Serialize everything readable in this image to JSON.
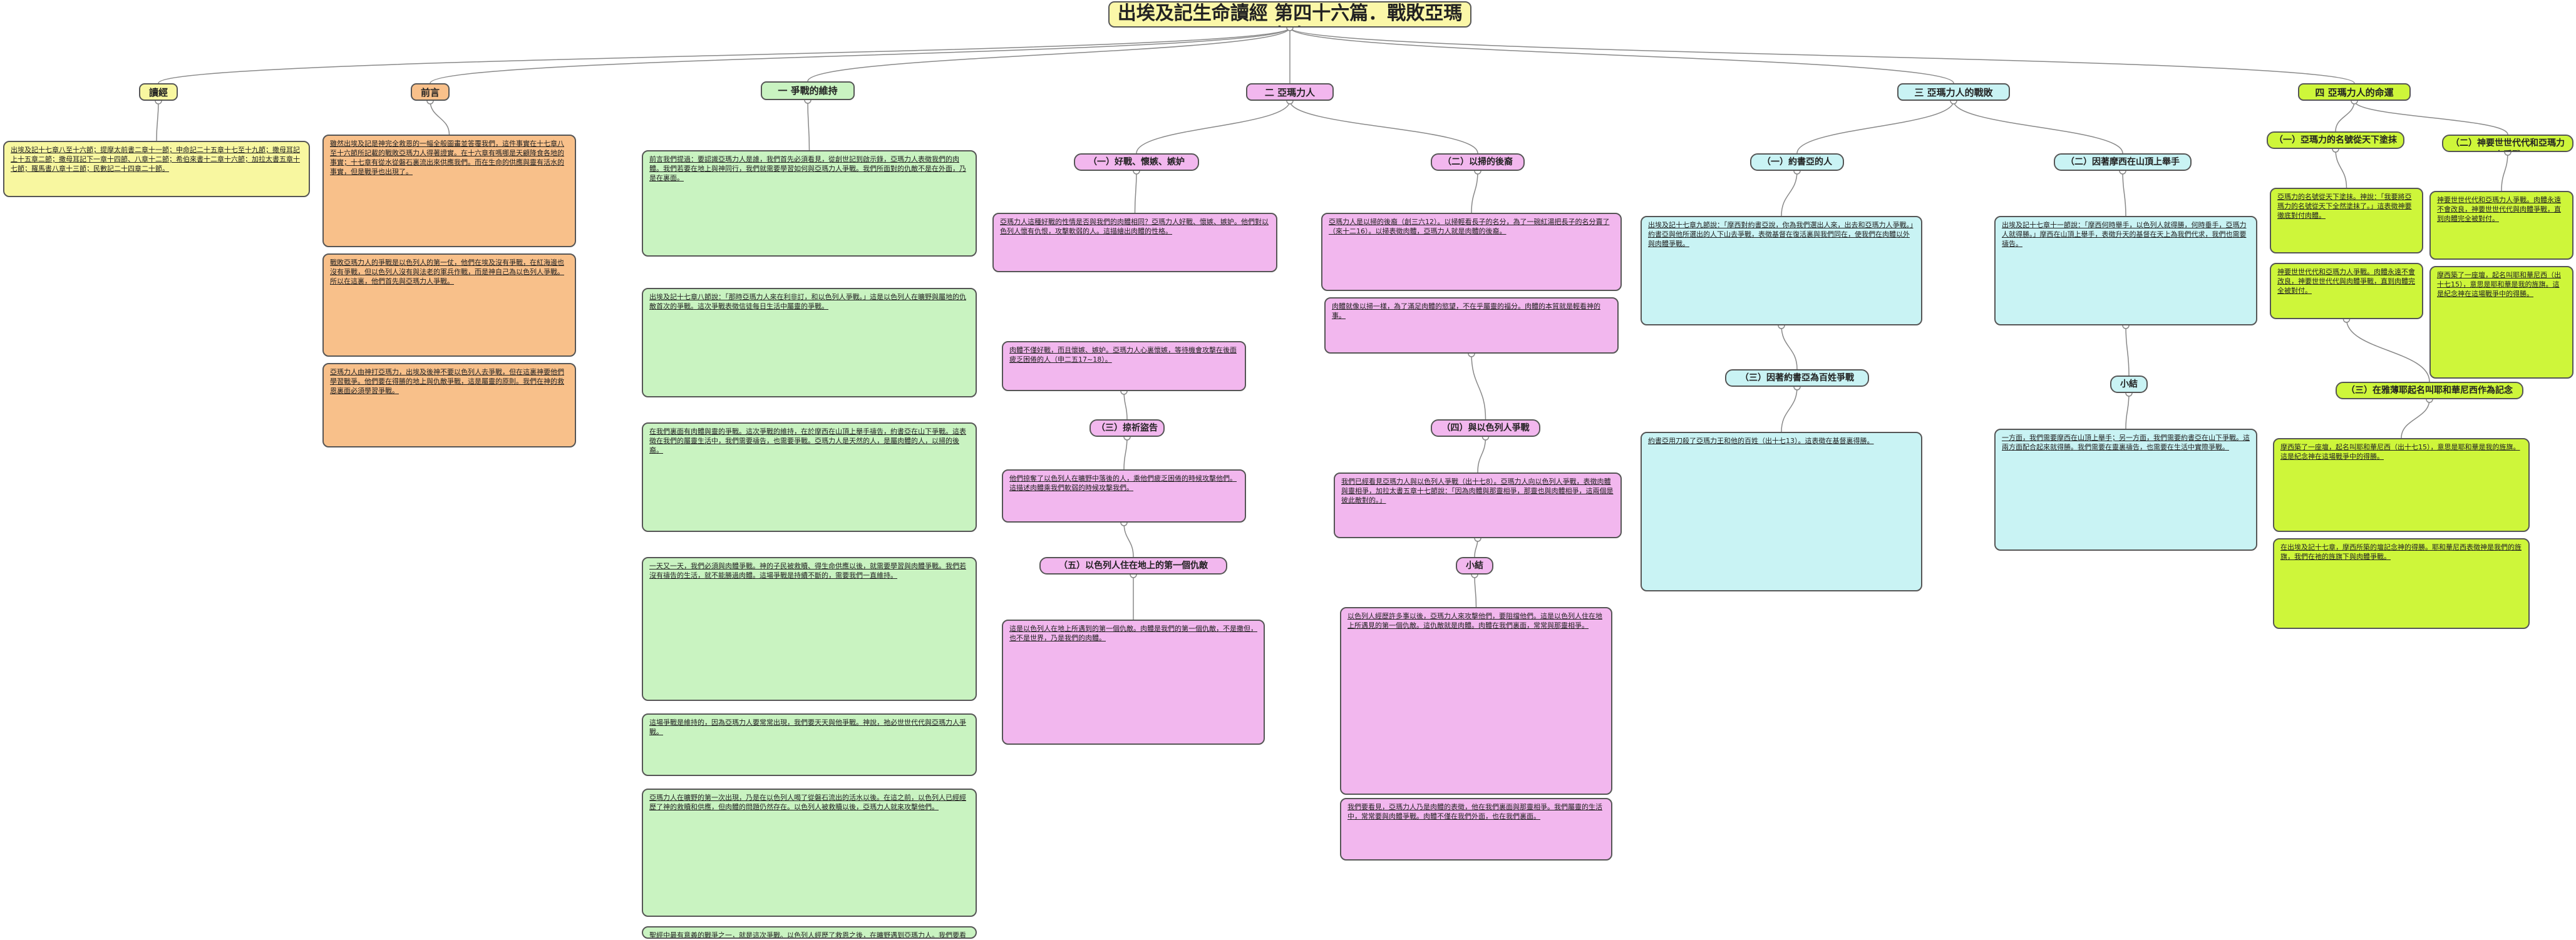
{
  "title": "出埃及記生命讀經 第四十六篇．戰敗亞瑪力人",
  "branches": {
    "b0": "讀經",
    "b1": "前言",
    "b2": "一 爭戰的維持",
    "b3": "二 亞瑪力人",
    "b4": "三 亞瑪力人的戰敗",
    "b5": "四 亞瑪力人的命運"
  },
  "subs": {
    "s1": "（一）好戰、懷嫉、嫉妒",
    "s2": "（二）以掃的後裔",
    "s3": "（三）掠祈盜告",
    "s4": "（四）與以色列人爭戰",
    "s5": "（五）以色列人住在地上的第一個仇敵",
    "s6": "小結",
    "s7": "（一）約書亞的人",
    "s8": "（二）因著摩西在山頂上舉手",
    "s9": "（三）因著約書亞為百姓爭戰",
    "s10": "小結",
    "s11": "（一）亞瑪力的名號從天下塗抹",
    "s12": "（二）神要世世代代和亞瑪力人爭戰",
    "s13": "（三）在雅薄耶起名叫耶和華尼西作為記念"
  },
  "texts": {
    "t0": "出埃及記十七章八至十六節；提摩太前書二章十一節；申命記二十五章十七至十九節；撒母耳記上十五章二節；撒母耳記下一章十四節、八章十二節；希伯來書十二章十六節；加拉太書五章十七節；羅馬書八章十三節；民數記二十四章二十節。",
    "t1": "雖然出埃及記是神完全救恩的一幅全般圖畫並答覆我們，這件事實在十七章八至十六節所記載的戰敗亞瑪力人得著證實。在十六章有嗎哪是天顧降食各地的事實；十七章有從水從磐石裏流出來供應我們。而在生命的供應與靈有活水的事實，但是戰爭也出現了。",
    "t2": "戰敗亞瑪力人的爭戰是以色列人的第一仗，他們在埃及沒有爭戰，在紅海邊也沒有爭戰，但以色列人沒有與法老的軍兵作戰，而是神自己為以色列人爭戰。所以在這裏，他們首先與亞瑪力人爭戰。",
    "t3": "亞瑪力人由神打亞瑪力，出埃及後神不要以色列人去爭戰，但在這裏神要他們學習戰爭。他們要在得勝的地上與仇敵爭戰，這是屬靈的原則。我們在神的救恩裏面必須學習爭戰。",
    "t4": "前言我們提過：要認識亞瑪力人是誰，我們首先必須看見，從創世記到啟示錄，亞瑪力人表徵我們的肉體。我們若要在地上與神同行，我們就需要學習如何與亞瑪力人爭戰。我們所面對的仇敵不是在外面，乃是在裏面。",
    "t5": "出埃及記十七章八節說：「那時亞瑪力人來在利非訂，和以色列人爭戰。」這是以色列人在曠野與屬地的仇敵首次的爭戰。這次爭戰表徵信徒每日生活中屬靈的爭戰。",
    "t6": "在我們裏面有肉體與靈的爭戰。這次爭戰的維持，在於摩西在山頂上舉手禱告，約書亞在山下爭戰。這表徵在我們的屬靈生活中，我們需要禱告，也需要爭戰。亞瑪力人是天然的人，是屬肉體的人，以掃的後裔。",
    "t7": "一天又一天，我們必須與肉體爭戰。神的子民被救贖、得生命供應以後，就需要學習與肉體爭戰。我們若沒有禱告的生活，就不能勝過肉體。這場爭戰是持續不斷的，需要我們一直維持。",
    "t8": "這場爭戰是維持的，因為亞瑪力人要常常出現，我們要天天與他爭戰。神說，祂必世世代代與亞瑪力人爭戰。",
    "t9": "亞瑪力人在曠野的第一次出現，乃是在以色列人喝了從磐石流出的活水以後。在這之前，以色列人已經經歷了神的救贖和供應，但肉體的問題仍然存在。以色列人被救贖以後，亞瑪力人就來攻擊他們。",
    "t10": "聖經中最有意義的戰爭之一，就是這次爭戰。以色列人經歷了救恩之後，在曠野遇到亞瑪力人。我們要看見，我們的肉體不是在外面，乃是在我們裏面。這就是我們必須每天爭戰的原因。",
    "t11": "亞瑪力人這種好戰的性情是否與我們的肉體相同？亞瑪力人好戰、懷嫉、嫉妒。他們對以色列人懷有仇恨，攻擊軟弱的人。這描繪出肉體的性格。",
    "t12": "肉體不僅好戰，而且懷嫉、嫉妒。亞瑪力人心裏懷嫉，等待機會攻擊在後面疲乏困倦的人（申二五17~18）。",
    "t13": "亞瑪力人是以掃的後裔（創三六12）。以掃輕看長子的名分，為了一碗紅湯把長子的名分賣了（來十二16）。以掃表徵肉體，亞瑪力人就是肉體的後裔。",
    "t14": "肉體就像以掃一樣，為了滿足肉體的慾望，不在乎屬靈的福分。肉體的本質就是輕看神的事。",
    "t15": "他們掠奪了以色列人在曠野中落後的人，乘他們疲乏困倦的時候攻擊他們。這描述肉體乘我們軟弱的時候攻擊我們。",
    "t16": "這是以色列人在地上所遇到的第一個仇敵。肉體是我們的第一個仇敵，不是撒但，也不是世界，乃是我們的肉體。",
    "t17": "我們已經看見亞瑪力人與以色列人爭戰（出十七8）。亞瑪力人向以色列人爭戰，表徵肉體與靈相爭，加拉太書五章十七節說：「因為肉體與那靈相爭，那靈也與肉體相爭，這兩個是彼此敵對的。」",
    "t18": "以色列人經歷許多事以後，亞瑪力人來攻擊他們，要阻擋他們。這是以色列人住在地上所遇見的第一個仇敵。這仇敵就是肉體。肉體在我們裏面，常常與那靈相爭。",
    "t19": "我們要看見，亞瑪力人乃是肉體的表徵，他在我們裏面與那靈相爭。我們屬靈的生活中，常常要與肉體爭戰。肉體不僅在我們外面，也在我們裏面。",
    "t20": "出埃及記十七章九節說：「摩西對約書亞說，你為我們選出人來，出去和亞瑪力人爭戰。」約書亞與他所選出的人下山去爭戰，表徵基督在復活裏與我們同在，使我們在肉體以外與肉體爭戰。",
    "t21": "出埃及記十七章十一節說：「摩西何時舉手，以色列人就得勝，何時垂手，亞瑪力人就得勝。」摩西在山頂上舉手，表徵升天的基督在天上為我們代求，我們也需要禱告。",
    "t22": "約書亞用刀殺了亞瑪力王和他的百姓（出十七13）。這表徵在基督裏得勝。",
    "t23": "一方面，我們需要摩西在山頂上舉手；另一方面，我們需要約書亞在山下爭戰。這兩方面配合起來就得勝。我們需要在靈裏禱告，也需要在生活中實際爭戰。",
    "t24": "亞瑪力的名號從天下塗抹。神說：「我要將亞瑪力的名號從天下全然塗抹了。」這表徵神要徹底對付肉體。",
    "t25": "神要世世代代和亞瑪力人爭戰。肉體永遠不會改良，神要世世代代與肉體爭戰，直到肉體完全被對付。",
    "t26": "摩西築了一座壇，起名叫耶和華尼西（出十七15），意思是耶和華是我的旌旗。這是紀念神在這場戰爭中的得勝。",
    "t27": "在出埃及記十七章，摩西所築的壇記念神的得勝。耶和華尼西表徵神是我們的旌旗，我們在祂的旌旗下與肉體爭戰。"
  }
}
